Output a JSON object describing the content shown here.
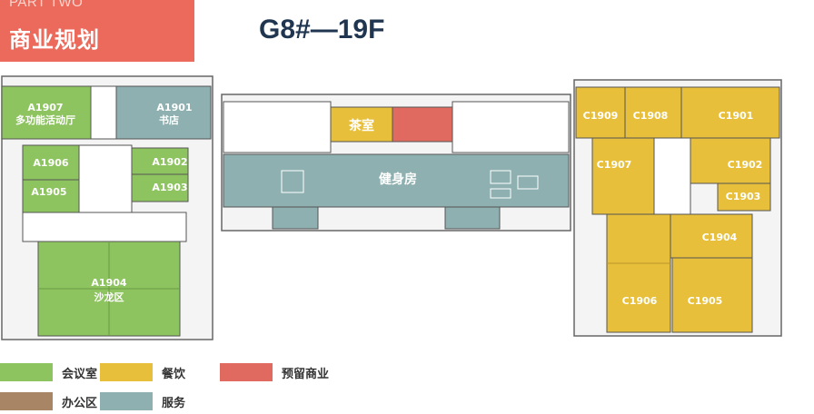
{
  "header": {
    "part_label": "PART TWO",
    "section_title": "商业规划",
    "floor_title": "G8#—19F"
  },
  "colors": {
    "meeting": "#8ec460",
    "dining": "#e8bf3a",
    "reserved": "#e06a60",
    "office": "#a88565",
    "service": "#8fb0b0",
    "banner": "#ec6a5c"
  },
  "rooms": {
    "a1907": {
      "code": "A1907",
      "name": "多功能活动厅"
    },
    "a1901": {
      "code": "A1901",
      "name": "书店"
    },
    "a1906": {
      "code": "A1906"
    },
    "a1905": {
      "code": "A1905"
    },
    "a1902": {
      "code": "A1902"
    },
    "a1903": {
      "code": "A1903"
    },
    "a1904": {
      "code": "A1904",
      "name": "沙龙区"
    },
    "tea": {
      "name": "茶室"
    },
    "gym": {
      "name": "健身房"
    },
    "c1909": {
      "code": "C1909"
    },
    "c1908": {
      "code": "C1908"
    },
    "c1901": {
      "code": "C1901"
    },
    "c1907": {
      "code": "C1907"
    },
    "c1902": {
      "code": "C1902"
    },
    "c1903": {
      "code": "C1903"
    },
    "c1904": {
      "code": "C1904"
    },
    "c1906": {
      "code": "C1906"
    },
    "c1905": {
      "code": "C1905"
    }
  },
  "legend": [
    {
      "label": "会议室",
      "color": "#8ec460"
    },
    {
      "label": "餐饮",
      "color": "#e8bf3a"
    },
    {
      "label": "预留商业",
      "color": "#e06a60"
    },
    {
      "label": "办公区",
      "color": "#a88565"
    },
    {
      "label": "服务",
      "color": "#8fb0b0"
    }
  ]
}
